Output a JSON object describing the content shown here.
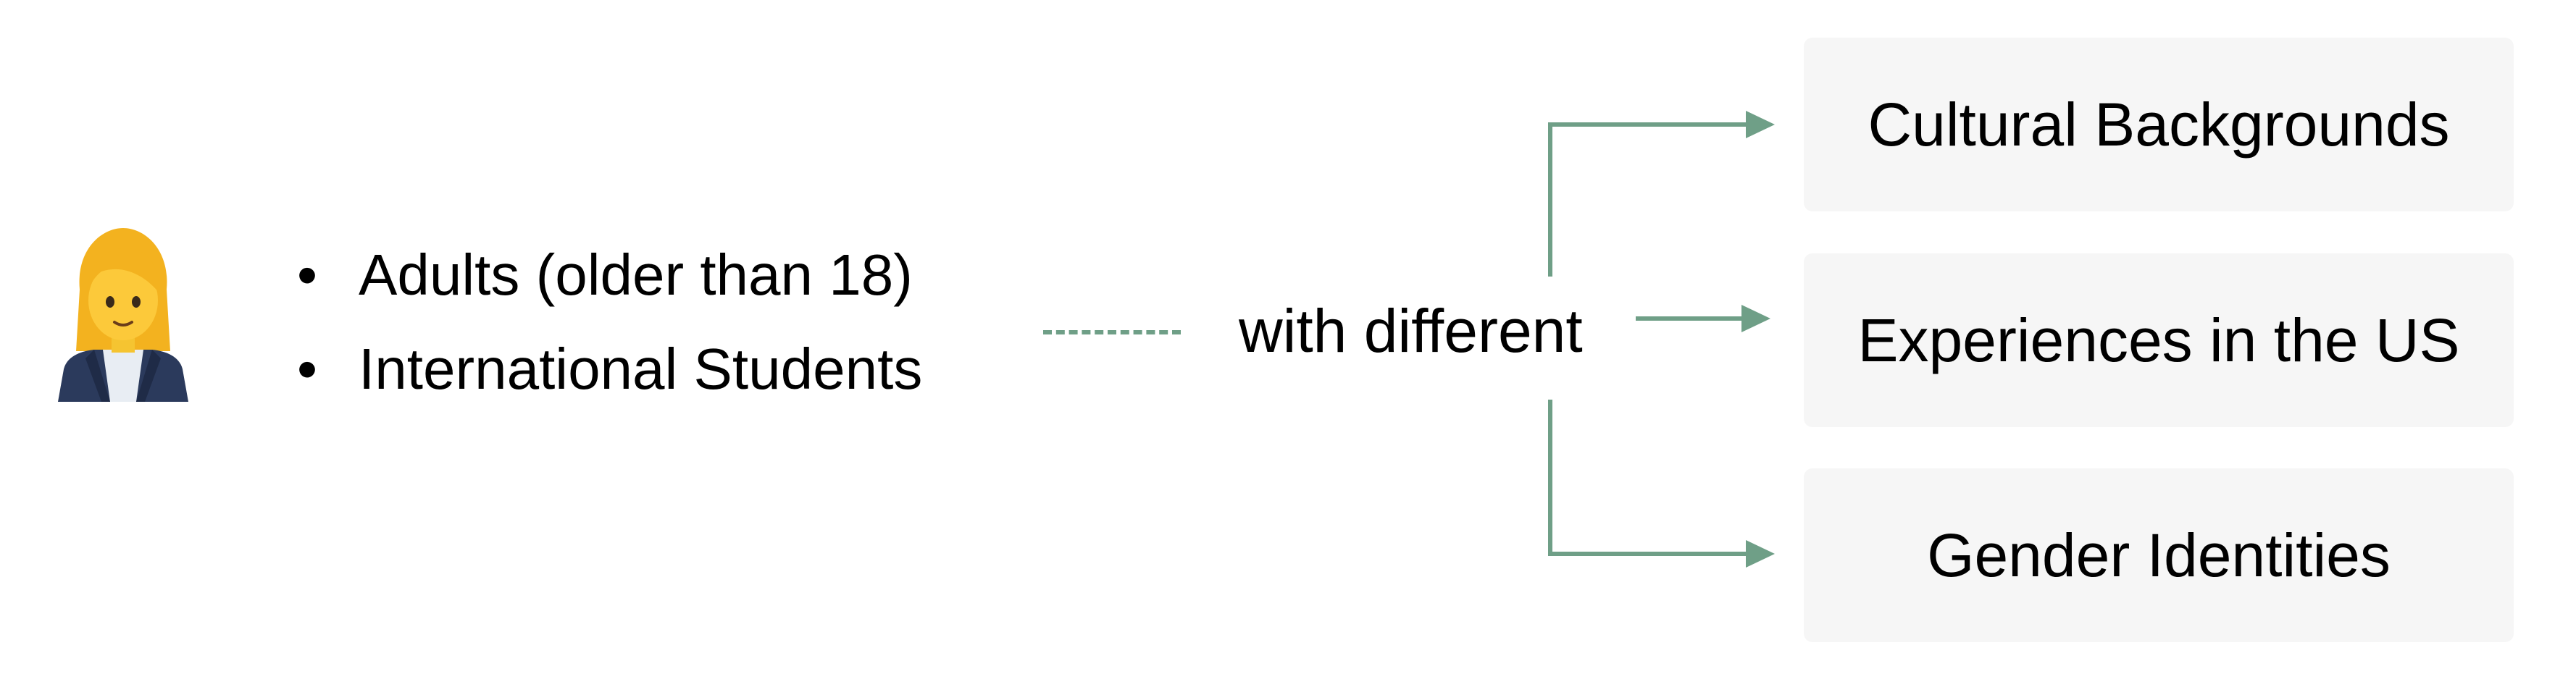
{
  "figure": {
    "participant_icon": "woman-office-worker-icon",
    "criteria": [
      "Adults (older than 18)",
      "International Students"
    ],
    "connector_label": "with different",
    "categories": [
      "Cultural Backgrounds",
      "Experiences in the US",
      "Gender Identities"
    ]
  },
  "colors": {
    "arrow": "#6f9f87",
    "box_fill": "#f6f6f6",
    "text": "#000000"
  }
}
